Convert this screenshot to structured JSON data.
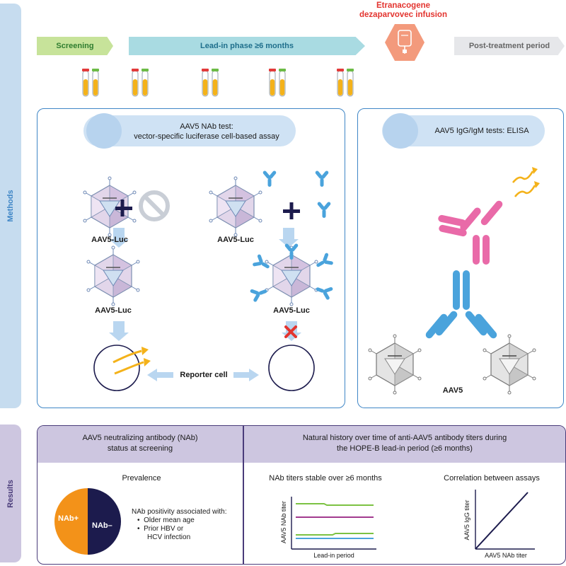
{
  "sections": {
    "methods": "Methods",
    "results": "Results"
  },
  "timeline": {
    "screening": "Screening",
    "lead_in": "Lead-in phase ≥6 months",
    "infusion_line1": "Etranacogene",
    "infusion_line2": "dezaparvovec infusion",
    "post": "Post-treatment period"
  },
  "nab_panel": {
    "title_line1": "AAV5 NAb test:",
    "title_line2": "vector-specific luciferase cell-based assay",
    "left_label_top": "AAV5-Luc",
    "left_label_mid": "AAV5-Luc",
    "right_label_top": "AAV5-Luc",
    "right_label_mid": "AAV5-Luc",
    "reporter_cell": "Reporter cell"
  },
  "elisa_panel": {
    "title": "AAV5 IgG/IgM tests: ELISA",
    "capsid_label": "AAV5"
  },
  "results": {
    "left_header_line1": "AAV5 neutralizing antibody (NAb)",
    "left_header_line2": "status at screening",
    "right_header_line1": "Natural history over time of anti-AAV5 antibody titers during",
    "right_header_line2": "the HOPE-B lead-in period (≥6 months)",
    "prevalence_title": "Prevalence",
    "pie_pos_label": "NAb+",
    "pie_neg_label": "NAb–",
    "assoc_title": "NAb positivity associated with:",
    "assoc_items": [
      "Older mean age",
      "Prior HBV or",
      "HCV infection"
    ],
    "stable_title": "NAb titers stable over ≥6 months",
    "stable_ylabel": "AAV5 NAb titer",
    "stable_xlabel": "Lead-in period",
    "corr_title": "Correlation between assays",
    "corr_ylabel": "AAV5 IgG titer",
    "corr_xlabel": "AAV5 NAb titer"
  },
  "colors": {
    "screening": "#c7e39a",
    "lead_in": "#a9dbe2",
    "infusion": "#f39a7c",
    "post": "#e6e7ea",
    "methods_bar": "#c6dcef",
    "results_bar": "#cdc6e0",
    "panel_border": "#3f86c6",
    "antibody_blue": "#4aa3dc",
    "antibody_pink": "#e96aa8",
    "arrow_yellow": "#f4b21a",
    "nab_pos": "#f39219",
    "nab_neg": "#1c1b4d"
  }
}
